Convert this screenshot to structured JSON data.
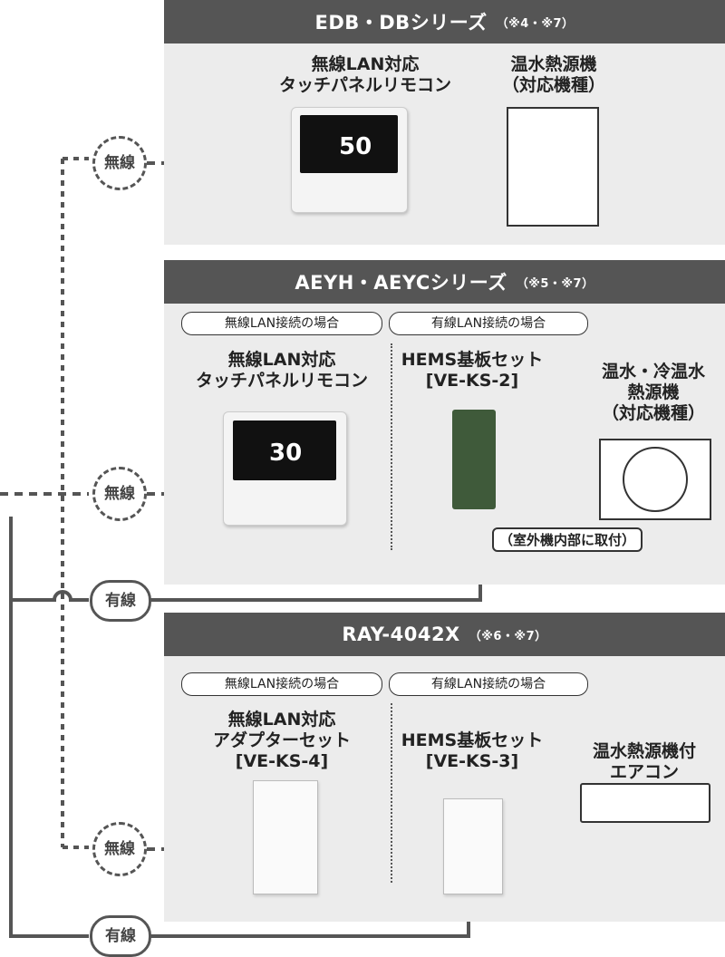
{
  "panels": {
    "edb": {
      "title": "EDB・DBシリーズ",
      "note": "（※4・※7）",
      "remote_label": "無線LAN対応\nタッチパネルリモコン",
      "heater_label": "温水熱源機\n（対応機種）",
      "remote_temp": "50"
    },
    "aeyh": {
      "title": "AEYH・AEYCシリーズ",
      "note": "（※5・※7）",
      "pill_wireless": "無線LAN接続の場合",
      "pill_wired": "有線LAN接続の場合",
      "remote_label": "無線LAN対応\nタッチパネルリモコン",
      "hems_label": "HEMS基板セット\n[VE-KS-2]",
      "heater_label": "温水・冷温水\n熱源機\n（対応機種）",
      "outdoor_note": "（室外機内部に取付）",
      "remote_temp": "30"
    },
    "ray": {
      "title": "RAY-4042X",
      "note": "（※6・※7）",
      "pill_wireless": "無線LAN接続の場合",
      "pill_wired": "有線LAN接続の場合",
      "adapter_label": "無線LAN対応\nアダプターセット\n[VE-KS-4]",
      "hems_label": "HEMS基板セット\n[VE-KS-3]",
      "aircon_label": "温水熱源機付\nエアコン"
    }
  },
  "connections": {
    "wireless": "無線",
    "wired": "有線"
  },
  "icons": {
    "remote": "touch-panel-remote",
    "heater": "water-heater-unit",
    "outdoor": "outdoor-unit-fan",
    "board": "hems-circuit-board",
    "adapter": "wireless-adapter",
    "aircon": "wall-air-conditioner"
  },
  "colors": {
    "panel_bg": "#ececec",
    "header_bg": "#555555",
    "line": "#555555"
  }
}
